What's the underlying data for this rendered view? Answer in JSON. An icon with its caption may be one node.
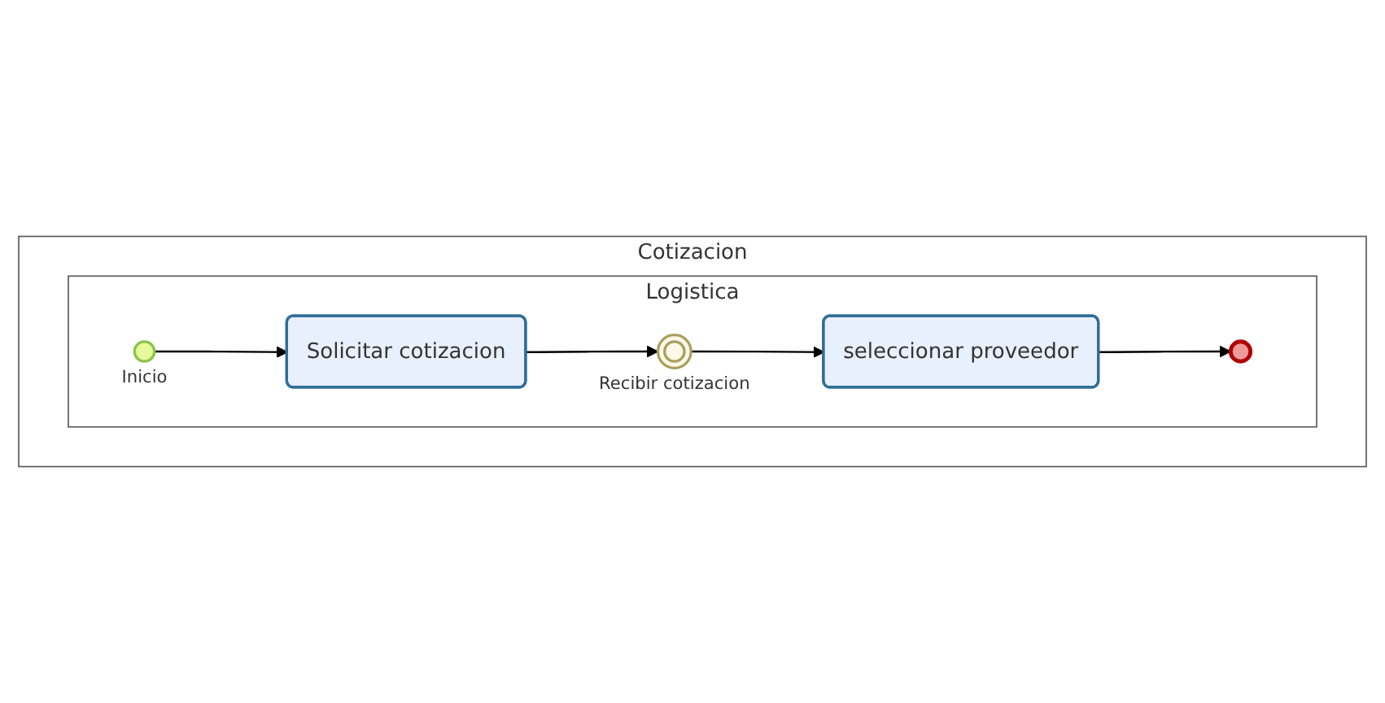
{
  "diagram": {
    "nodes": [
      {
        "text": [
          "Cotizacion"
        ]
      },
      {
        "text": [
          "Logistica"
        ],
        "in": 0
      },
      {
        "text": [],
        "shape": "circle",
        "beside": [
          "Inicio"
        ],
        "in": 1
      },
      {
        "text": [
          "Solicitar cotizacion"
        ],
        "in": 1
      },
      {
        "text": [],
        "shape": "circle",
        "beside": [
          "Recibir cotizacion"
        ],
        "in": 1
      },
      {
        "text": [
          "seleccionar proveedor"
        ],
        "in": 1
      },
      {
        "text": [],
        "shape": "circle",
        "in": 1
      }
    ],
    "edges": [
      {
        "from": 2,
        "to": 3,
        "arrow": "to"
      },
      {
        "from": 3,
        "to": 4,
        "arrow": "to"
      },
      {
        "from": 4,
        "to": 5,
        "arrow": "to"
      },
      {
        "from": 5,
        "to": 6,
        "arrow": "to"
      }
    ]
  }
}
